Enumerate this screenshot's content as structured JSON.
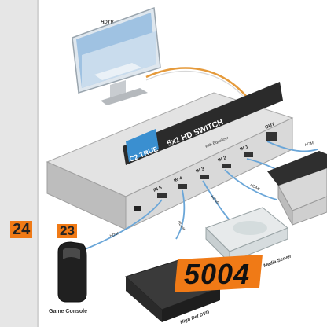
{
  "diagram": {
    "hdtv_label": "HDTV",
    "brand_label": "C2 TRUE",
    "switch_title": "5x1 HD SWITCH",
    "switch_subtitle": "with Equalizer",
    "ports": [
      "IN 5",
      "IN 4",
      "IN 3",
      "IN 2",
      "IN 1",
      "OUT"
    ],
    "cable_labels": [
      "HDMI",
      "HDMI",
      "HDMI",
      "HDMI",
      "HDMI"
    ],
    "game_console_label": "Game Console",
    "media_server_label": "Media Server",
    "dvd_label": "High Def DVD"
  },
  "badges": {
    "left": "24",
    "right": "23",
    "center": "5004"
  },
  "colors": {
    "accent_orange": "#f07a16",
    "hdmi_cable_blue": "#6aa6d8",
    "output_cable_orange": "#e59a3b",
    "switch_body": "#e3e3e3",
    "switch_face": "#2b2b2b"
  }
}
